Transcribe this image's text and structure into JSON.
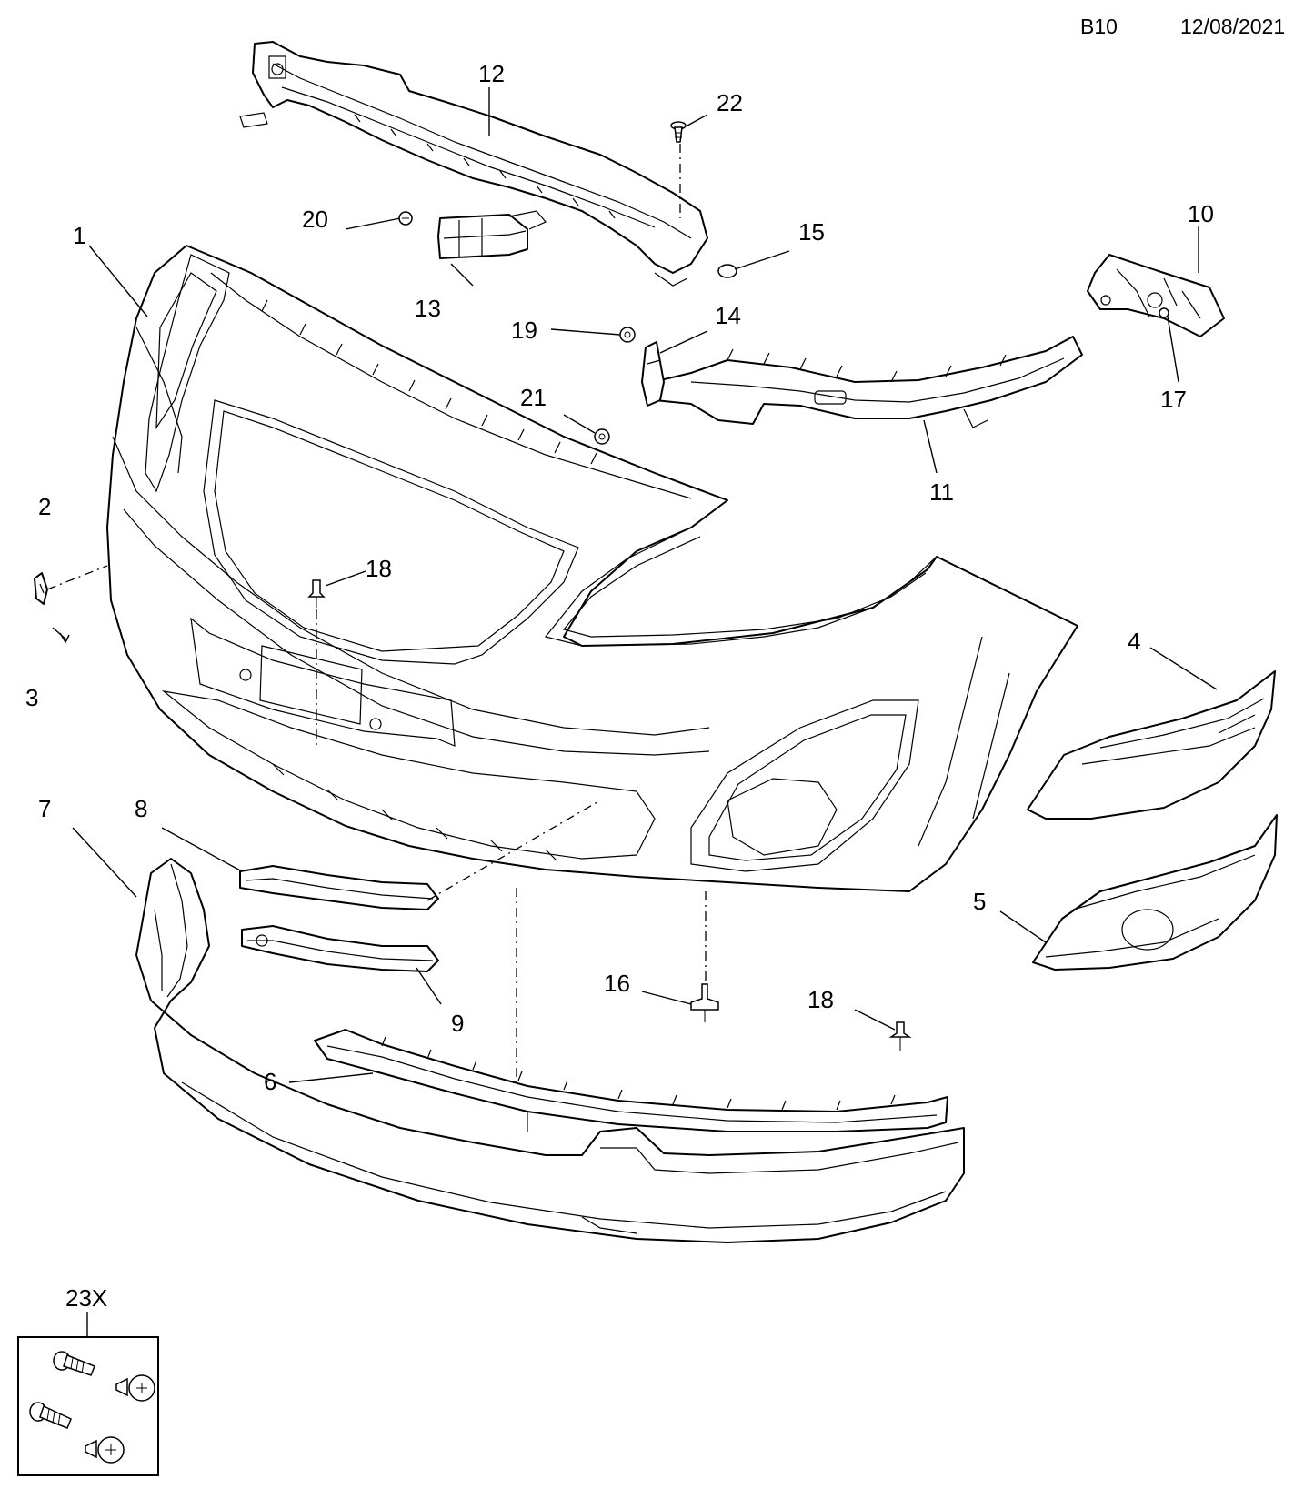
{
  "header": {
    "code": "B10",
    "date": "12/08/2021"
  },
  "callouts": {
    "c1": "1",
    "c2": "2",
    "c3": "3",
    "c4": "4",
    "c5": "5",
    "c6": "6",
    "c7": "7",
    "c8": "8",
    "c9": "9",
    "c10": "10",
    "c11": "11",
    "c12": "12",
    "c13": "13",
    "c14": "14",
    "c15": "15",
    "c16": "16",
    "c17": "17",
    "c18a": "18",
    "c18b": "18",
    "c19": "19",
    "c20": "20",
    "c21": "21",
    "c22": "22",
    "c23": "23X"
  }
}
